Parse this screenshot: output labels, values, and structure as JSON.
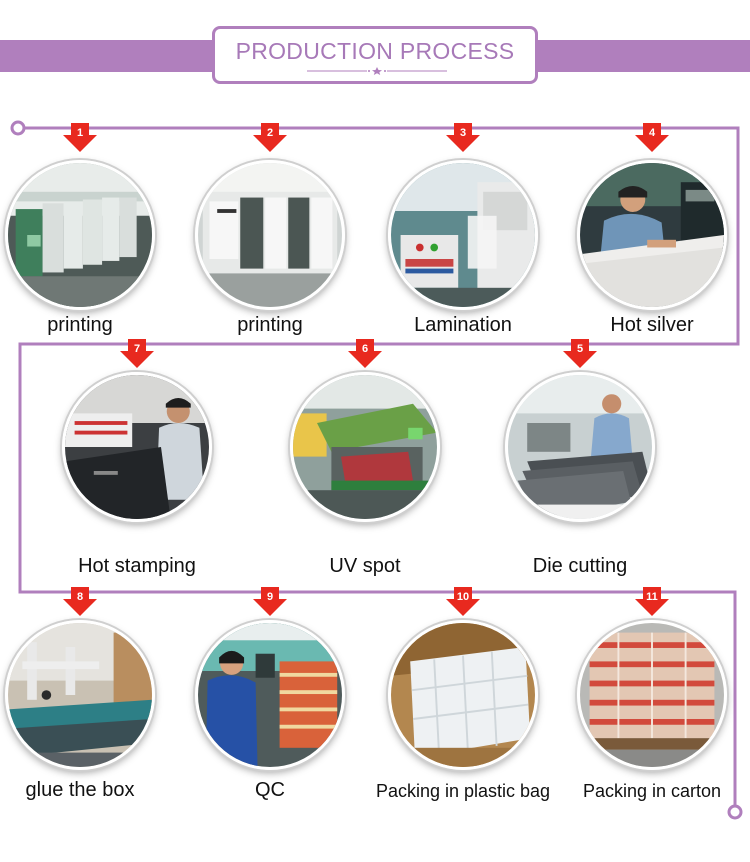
{
  "header": {
    "title": "PRODUCTION PROCESS"
  },
  "steps": [
    {
      "number": "1",
      "label": "printing",
      "scene": "press-green"
    },
    {
      "number": "2",
      "label": "printing",
      "scene": "press-white"
    },
    {
      "number": "3",
      "label": "Lamination",
      "scene": "lamination"
    },
    {
      "number": "4",
      "label": "Hot silver",
      "scene": "hot-silver"
    },
    {
      "number": "5",
      "label": "Die cutting",
      "scene": "die-cutting"
    },
    {
      "number": "6",
      "label": "UV spot",
      "scene": "uv-spot"
    },
    {
      "number": "7",
      "label": "Hot stamping",
      "scene": "hot-stamping"
    },
    {
      "number": "8",
      "label": "glue the box",
      "scene": "gluing"
    },
    {
      "number": "9",
      "label": "QC",
      "scene": "qc"
    },
    {
      "number": "10",
      "label": "Packing in plastic bag",
      "scene": "plastic-bag"
    },
    {
      "number": "11",
      "label": "Packing in carton",
      "scene": "carton"
    }
  ],
  "colors": {
    "accent": "#b07fbd",
    "badge": "#e8291f",
    "line": "#b07fbd"
  }
}
